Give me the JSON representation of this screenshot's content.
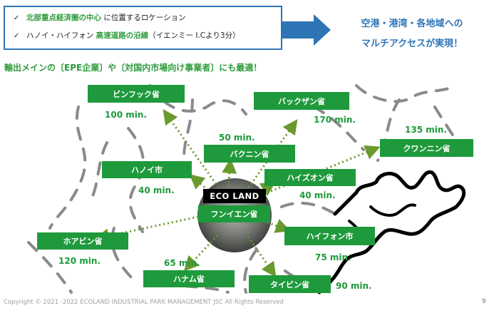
{
  "info_box": {
    "line1": {
      "check": "✓",
      "highlight": "北部重点経済圏の中心",
      "rest": " に位置するロケーション"
    },
    "line2": {
      "check": "✓",
      "prefix": "ハノイ・ハイフォン ",
      "highlight": "高速道路の沿線",
      "rest": "（イエンミー I.Cより3分）"
    }
  },
  "headline": {
    "line1": "空港・港湾・各地域への",
    "line2": "マルチアクセスが実現！"
  },
  "subtitle": "輸出メインの〔EPE企業〕や〔対国内市場向け事業者〕にも最適！",
  "center": {
    "label": "ECO LAND",
    "province": "フンイエン省"
  },
  "provinces": [
    {
      "name": "ビンフック省",
      "time": "100 min."
    },
    {
      "name": "バックザン省",
      "time": "170 min."
    },
    {
      "name": "バクニン省",
      "time": "50 min."
    },
    {
      "name": "クワンニン省",
      "time": "135 min."
    },
    {
      "name": "ハノイ市",
      "time": "40 min."
    },
    {
      "name": "ハイズオン省",
      "time": "40 min."
    },
    {
      "name": "ホアビン省",
      "time": "120 min."
    },
    {
      "name": "ハイフォン市",
      "time": "75 min."
    },
    {
      "name": "ハナム省",
      "time": "65 min."
    },
    {
      "name": "タイビン省",
      "time": "90 min."
    }
  ],
  "colors": {
    "accent_green": "#1e9a3c",
    "text_green": "#2e9b3c",
    "blue": "#2e75b6",
    "arrow_blue": "#2e75b6"
  },
  "footer": "Copyright © 2021 -2022 ECOLAND INDUSTRIAL PARK MANAGEMENT JSC All Rights Reserved",
  "page_number": "9"
}
